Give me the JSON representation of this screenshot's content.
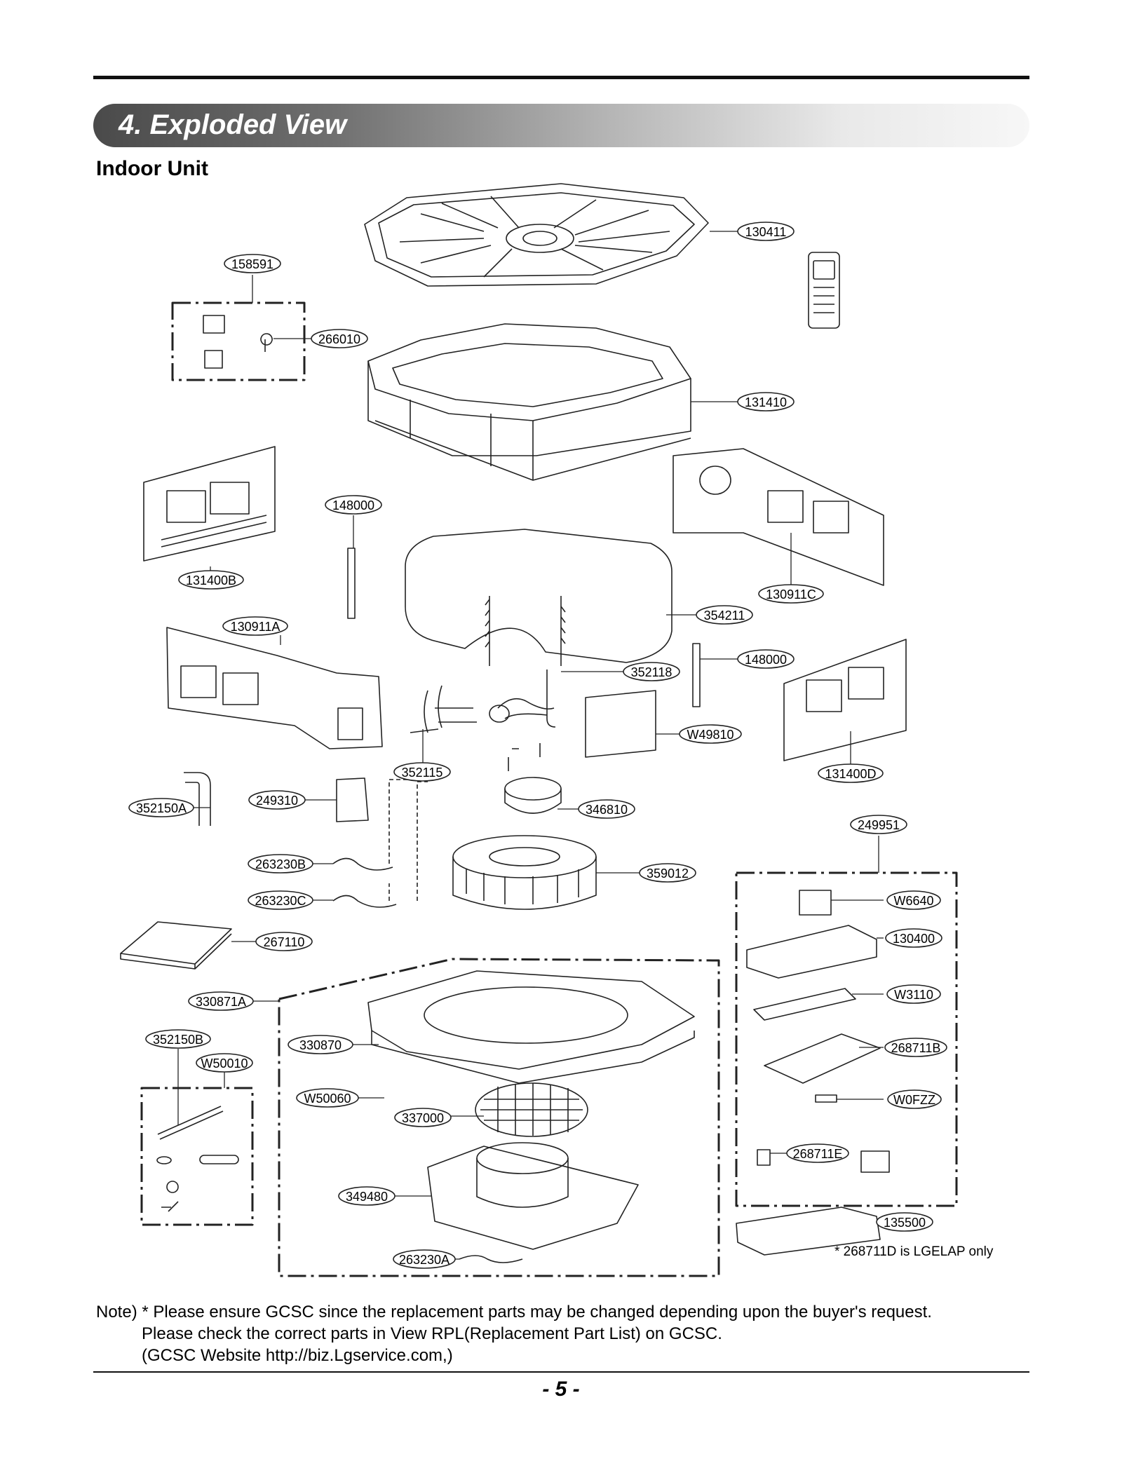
{
  "header": {
    "section_title": "4. Exploded View",
    "subtitle": "Indoor Unit"
  },
  "callouts": [
    {
      "id": "c_130411",
      "label": "130411"
    },
    {
      "id": "c_158591",
      "label": "158591"
    },
    {
      "id": "c_266010",
      "label": "266010"
    },
    {
      "id": "c_131410",
      "label": "131410"
    },
    {
      "id": "c_148000a",
      "label": "148000"
    },
    {
      "id": "c_131400B",
      "label": "131400B"
    },
    {
      "id": "c_130911C",
      "label": "130911C"
    },
    {
      "id": "c_130911A",
      "label": "130911A"
    },
    {
      "id": "c_354211",
      "label": "354211"
    },
    {
      "id": "c_148000b",
      "label": "148000"
    },
    {
      "id": "c_352118",
      "label": "352118"
    },
    {
      "id": "c_W49810",
      "label": "W49810"
    },
    {
      "id": "c_131400D",
      "label": "131400D"
    },
    {
      "id": "c_352115",
      "label": "352115"
    },
    {
      "id": "c_352150A",
      "label": "352150A"
    },
    {
      "id": "c_249310",
      "label": "249310"
    },
    {
      "id": "c_346810",
      "label": "346810"
    },
    {
      "id": "c_249951",
      "label": "249951"
    },
    {
      "id": "c_263230B",
      "label": "263230B"
    },
    {
      "id": "c_359012",
      "label": "359012"
    },
    {
      "id": "c_263230C",
      "label": "263230C"
    },
    {
      "id": "c_W6640",
      "label": "W6640"
    },
    {
      "id": "c_267110",
      "label": "267110"
    },
    {
      "id": "c_130400",
      "label": "130400"
    },
    {
      "id": "c_330871A",
      "label": "330871A"
    },
    {
      "id": "c_W3110",
      "label": "W3110"
    },
    {
      "id": "c_352150B",
      "label": "352150B"
    },
    {
      "id": "c_330870",
      "label": "330870"
    },
    {
      "id": "c_268711B",
      "label": "268711B"
    },
    {
      "id": "c_W50010",
      "label": "W50010"
    },
    {
      "id": "c_W50060",
      "label": "W50060"
    },
    {
      "id": "c_W0FZZ",
      "label": "W0FZZ"
    },
    {
      "id": "c_337000",
      "label": "337000"
    },
    {
      "id": "c_268711E",
      "label": "268711E"
    },
    {
      "id": "c_349480",
      "label": "349480"
    },
    {
      "id": "c_135500",
      "label": "135500"
    },
    {
      "id": "c_263230A",
      "label": "263230A"
    }
  ],
  "footnote": "* 268711D is LGELAP only",
  "note": {
    "line1": "Note) * Please ensure GCSC since the replacement parts may be changed depending upon the buyer's request.",
    "line2": "Please check  the correct parts in View RPL(Replacement Part List) on GCSC.",
    "line3": "(GCSC Website  http://biz.Lgservice.com,)"
  },
  "page_number": "- 5 -"
}
